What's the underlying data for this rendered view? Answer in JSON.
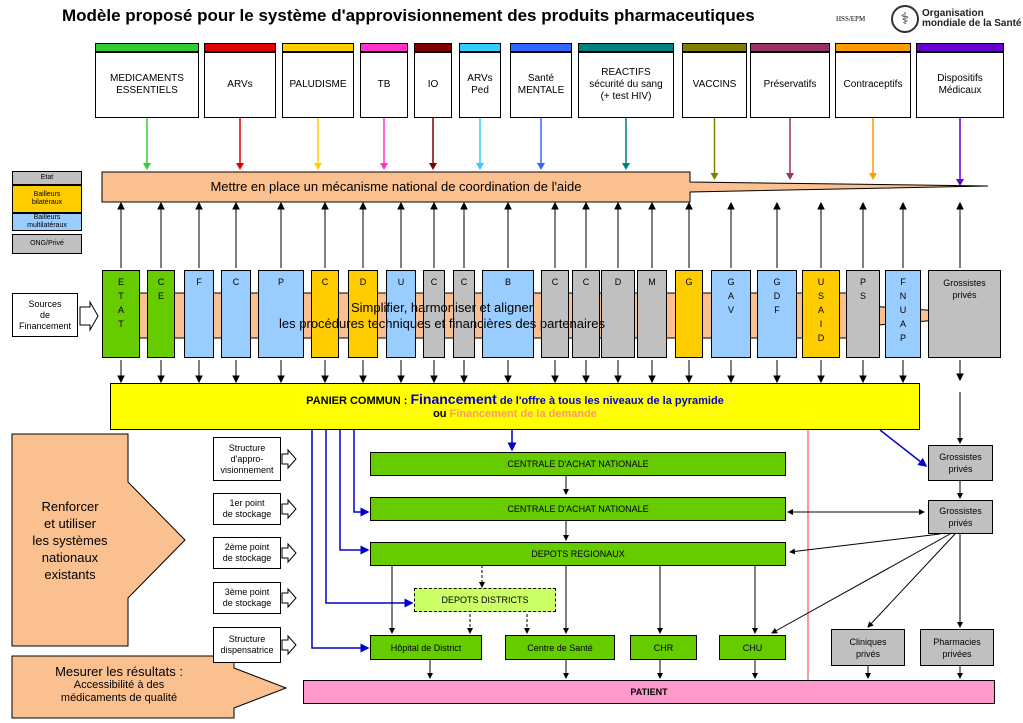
{
  "header": {
    "title": "Modèle proposé pour le système d'approvisionnement des produits pharmaceutiques",
    "code": "HSS/EPM",
    "who_line1": "Organisation",
    "who_line2": "mondiale de la Santé"
  },
  "categories": [
    {
      "label": "MEDICAMENTS\nESSENTIELS",
      "color": "#33cc33"
    },
    {
      "label": "ARVs",
      "color": "#e00000"
    },
    {
      "label": "PALUDISME",
      "color": "#ffcc00"
    },
    {
      "label": "TB",
      "color": "#ff33cc"
    },
    {
      "label": "IO",
      "color": "#800000"
    },
    {
      "label": "ARVs\nPed",
      "color": "#33ccff"
    },
    {
      "label": "Santé\nMENTALE",
      "color": "#3366ff"
    },
    {
      "label": "REACTIFS\nsécurité du sang\n(+ test HIV)",
      "color": "#008080"
    },
    {
      "label": "VACCINS",
      "color": "#808000"
    },
    {
      "label": "Préservatifs",
      "color": "#993366"
    },
    {
      "label": "Contraceptifs",
      "color": "#ff9900"
    },
    {
      "label": "Dispositifs\nMédicaux",
      "color": "#6600cc"
    }
  ],
  "legend": {
    "etat": "Etat",
    "bilateral": "Bailleurs\nbilatéraux",
    "multilateral": "Bailleurs\nmultilatéraux",
    "ong": "ONG/Privé",
    "colors": {
      "etat": "#c0c0c0",
      "bilateral": "#ffcc00",
      "multilateral": "#99ccff",
      "ong": "#c0c0c0"
    }
  },
  "coordination": "Mettre en place un mécanisme national de coordination de l'aide",
  "sources": "Sources\nde\nFinancement",
  "simplify_line1": "Simplifier, harmoniser et aligner",
  "simplify_line2": "les procédures techniques et financières des partenaires",
  "partners": [
    {
      "text": "ETAT",
      "color": "#66cc00"
    },
    {
      "text": "CE",
      "color": "#66cc00"
    },
    {
      "text": "F",
      "color": "#99ccff"
    },
    {
      "text": "C",
      "color": "#99ccff"
    },
    {
      "text": "P",
      "color": "#99ccff"
    },
    {
      "text": "C",
      "color": "#ffcc00"
    },
    {
      "text": "D",
      "color": "#ffcc00"
    },
    {
      "text": "U",
      "color": "#99ccff"
    },
    {
      "text": "C",
      "color": "#c0c0c0"
    },
    {
      "text": "C",
      "color": "#c0c0c0"
    },
    {
      "text": "B",
      "color": "#99ccff"
    },
    {
      "text": "C",
      "color": "#c0c0c0"
    },
    {
      "text": "C",
      "color": "#c0c0c0"
    },
    {
      "text": "D",
      "color": "#c0c0c0"
    },
    {
      "text": "M",
      "color": "#c0c0c0"
    },
    {
      "text": "G",
      "color": "#ffcc00"
    },
    {
      "text": "GAV",
      "color": "#99ccff"
    },
    {
      "text": "GDF",
      "color": "#99ccff"
    },
    {
      "text": "USAID",
      "color": "#ffcc00"
    },
    {
      "text": "PS",
      "color": "#c0c0c0"
    },
    {
      "text": "FNUAP",
      "color": "#99ccff"
    }
  ],
  "grossistes_top": "Grossistes\nprivés",
  "panier": {
    "prefix": "PANIER COMMUN :",
    "financement": "Financement",
    "offre": "de l'offre à tous les niveaux de la pyramide",
    "ou": "ou",
    "demande": "Financement de la demande"
  },
  "renforcer": "Renforcer\net utiliser\nles systèmes\nnationaux\nexistants",
  "mesurer_line1": "Mesurer les résultats :",
  "mesurer_line2": "Accessibilité à des\nmédicaments de qualité",
  "levels": [
    "Structure\nd'appro-\nvisionnement",
    "1er point\nde stockage",
    "2ème point\nde stockage",
    "3ème point\nde stockage",
    "Structure\ndispensatrice"
  ],
  "nodes": {
    "centrale1": "CENTRALE D'ACHAT NATIONALE",
    "centrale2": "CENTRALE D'ACHAT NATIONALE",
    "depots_regionaux": "DEPOTS REGIONAUX",
    "depots_districts": "DEPOTS DISTRICTS",
    "hopital": "Hôpital de District",
    "centre_sante": "Centre de Santé",
    "chr": "CHR",
    "chu": "CHU",
    "grossistes1": "Grossistes\nprivés",
    "grossistes2": "Grossistes\nprivés",
    "cliniques": "Cliniques\nprivés",
    "pharmacies": "Pharmacies\nprivées",
    "patient": "PATIENT"
  }
}
